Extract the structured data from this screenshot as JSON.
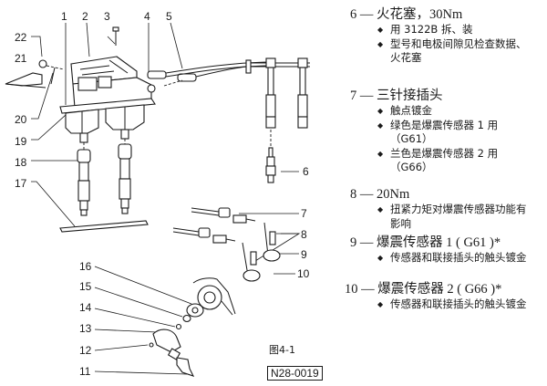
{
  "figure": {
    "callouts": [
      "1",
      "2",
      "3",
      "4",
      "5",
      "6",
      "7",
      "8",
      "9",
      "10",
      "11",
      "12",
      "13",
      "14",
      "15",
      "16",
      "17",
      "18",
      "19",
      "20",
      "21",
      "22"
    ],
    "caption": "图4-1",
    "code": "N28-0019"
  },
  "legend": [
    {
      "number": "6",
      "title": "火花塞，30Nm",
      "bullets": [
        "用 3122B 拆、装",
        "型号和电极间隙见检查数据、火花塞"
      ]
    },
    {
      "number": "7",
      "title": "三针接插头",
      "bullets": [
        "触点镀金",
        "绿色是爆震传感器 1 用（G61）",
        "兰色是爆震传感器 2 用（G66）"
      ]
    },
    {
      "number": "8",
      "title": "20Nm",
      "bullets": [
        "扭紧力矩对爆震传感器功能有影响"
      ]
    },
    {
      "number": "9",
      "title": "爆震传感器 1 ( G61 )*",
      "bullets": [
        "传感器和联接插头的触头镀金"
      ]
    },
    {
      "number": "10",
      "title": "爆震传感器 2 ( G66 )*",
      "bullets": [
        "传感器和联接插头的触头镀金"
      ]
    }
  ]
}
